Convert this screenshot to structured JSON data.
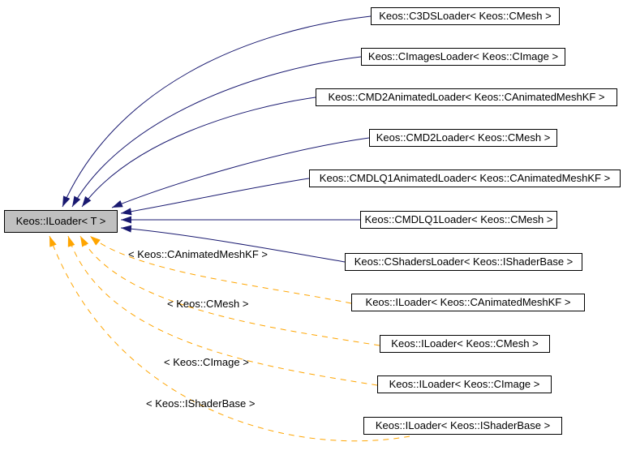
{
  "diagram": {
    "kind": "doxygen-class-inheritance-graph",
    "base_node": {
      "label": "Keos::ILoader< T >"
    },
    "derived_nodes": [
      {
        "label": "Keos::C3DSLoader< Keos::CMesh >"
      },
      {
        "label": "Keos::CImagesLoader< Keos::CImage >"
      },
      {
        "label": "Keos::CMD2AnimatedLoader< Keos::CAnimatedMeshKF >"
      },
      {
        "label": "Keos::CMD2Loader< Keos::CMesh >"
      },
      {
        "label": "Keos::CMDLQ1AnimatedLoader< Keos::CAnimatedMeshKF >"
      },
      {
        "label": "Keos::CMDLQ1Loader< Keos::CMesh >"
      },
      {
        "label": "Keos::CShadersLoader< Keos::IShaderBase >"
      }
    ],
    "instance_nodes": [
      {
        "label": "Keos::ILoader< Keos::CAnimatedMeshKF >",
        "edge_label": "< Keos::CAnimatedMeshKF >"
      },
      {
        "label": "Keos::ILoader< Keos::CMesh >",
        "edge_label": "< Keos::CMesh >"
      },
      {
        "label": "Keos::ILoader< Keos::CImage >",
        "edge_label": "< Keos::CImage >"
      },
      {
        "label": "Keos::ILoader< Keos::IShaderBase >",
        "edge_label": "< Keos::IShaderBase >"
      }
    ],
    "colors": {
      "inheritance_edge": "#191970",
      "template_edge": "#ffa500",
      "base_node_fill": "#c0c0c0",
      "node_fill": "#ffffff",
      "node_border": "#000000",
      "text": "#000000",
      "background": "#ffffff"
    }
  }
}
